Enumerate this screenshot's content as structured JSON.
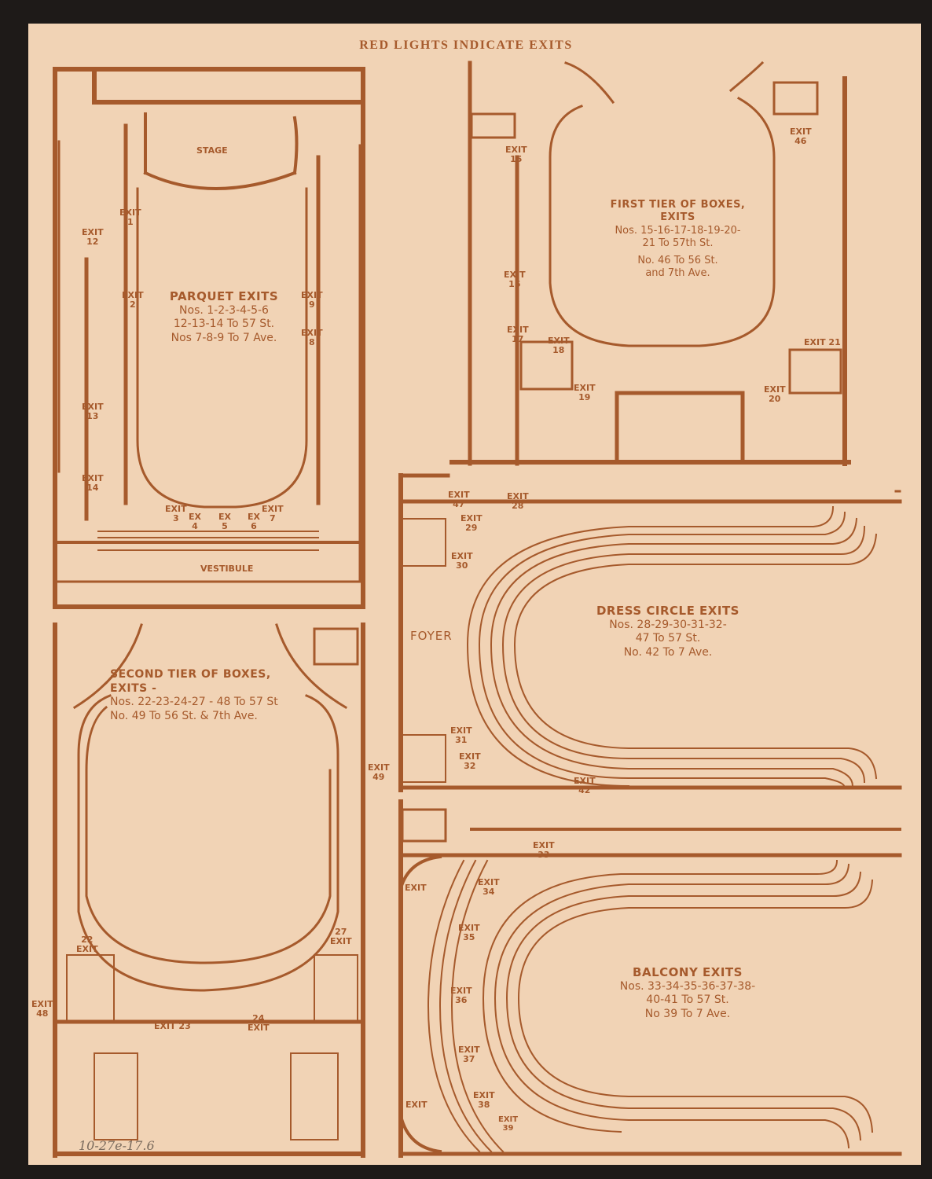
{
  "page": {
    "header": "RED LIGHTS INDICATE EXITS",
    "handwritten_note": "10-27e-17.6",
    "colors": {
      "ink": "#a65a2c",
      "paper": "#f1d3b5",
      "background": "#1e1a18"
    }
  },
  "parquet": {
    "title": "PARQUET EXITS",
    "lines": [
      "Nos. 1-2-3-4-5-6",
      "12-13-14 To 57 St.",
      "Nos 7-8-9 To 7 Ave."
    ],
    "rooms": {
      "stage": "STAGE",
      "vestibule": "VESTIBULE"
    },
    "exits": {
      "e1": "EXIT\n1",
      "e2": "EXIT\n2",
      "e3": "EXIT\n3",
      "e4": "EX\n4",
      "e5": "EX\n5",
      "e6": "EX\n6",
      "e7": "EXIT\n7",
      "e8": "EXIT\n8",
      "e9": "EXIT\n9",
      "e12": "EXIT\n12",
      "e13": "EXIT\n13",
      "e14": "EXIT\n14"
    }
  },
  "first_tier": {
    "title": "FIRST TIER OF BOXES, EXITS",
    "lines": [
      "Nos. 15-16-17-18-19-20-",
      "21 To 57th St.",
      "No. 46 To 56 St.",
      "and 7th Ave."
    ],
    "exits": {
      "e15": "EXIT\n15",
      "e16": "EXIT\n16",
      "e17": "EXIT\n17",
      "e18": "EXIT\n18",
      "e19": "EXIT\n19",
      "e20": "EXIT\n20",
      "e21": "EXIT 21",
      "e46": "EXIT\n46"
    }
  },
  "dress_circle": {
    "title": "DRESS CIRCLE EXITS",
    "lines": [
      "Nos. 28-29-30-31-32-",
      "47 To 57 St.",
      "No. 42 To 7 Ave."
    ],
    "rooms": {
      "foyer": "FOYER"
    },
    "exits": {
      "e28": "EXIT\n28",
      "e29": "EXIT\n29",
      "e30": "EXIT\n30",
      "e31": "EXIT\n31",
      "e32": "EXIT\n32",
      "e42": "EXIT\n42",
      "e47": "EXIT\n47"
    }
  },
  "second_tier": {
    "title": "SECOND TIER OF BOXES, EXITS -",
    "lines": [
      "Nos. 22-23-24-27 - 48 To 57 St",
      "No. 49 To 56 St. & 7th Ave."
    ],
    "exits": {
      "e22": "22\nEXIT",
      "e23": "EXIT 23",
      "e24": "24\nEXIT",
      "e27": "27\nEXIT",
      "e48": "EXIT\n48",
      "e49": "EXIT\n49"
    }
  },
  "balcony": {
    "title": "BALCONY EXITS",
    "lines": [
      "Nos. 33-34-35-36-37-38-",
      "40-41 To 57 St.",
      "No 39 To 7 Ave."
    ],
    "exits": {
      "e33": "EXIT\n33",
      "e34": "EXIT\n34",
      "e35": "EXIT\n35",
      "e36": "EXIT\n36",
      "e37": "EXIT\n37",
      "e38": "EXIT\n38",
      "e39": "EXIT\n39",
      "e40": "EXIT",
      "e41": "EXIT"
    }
  }
}
